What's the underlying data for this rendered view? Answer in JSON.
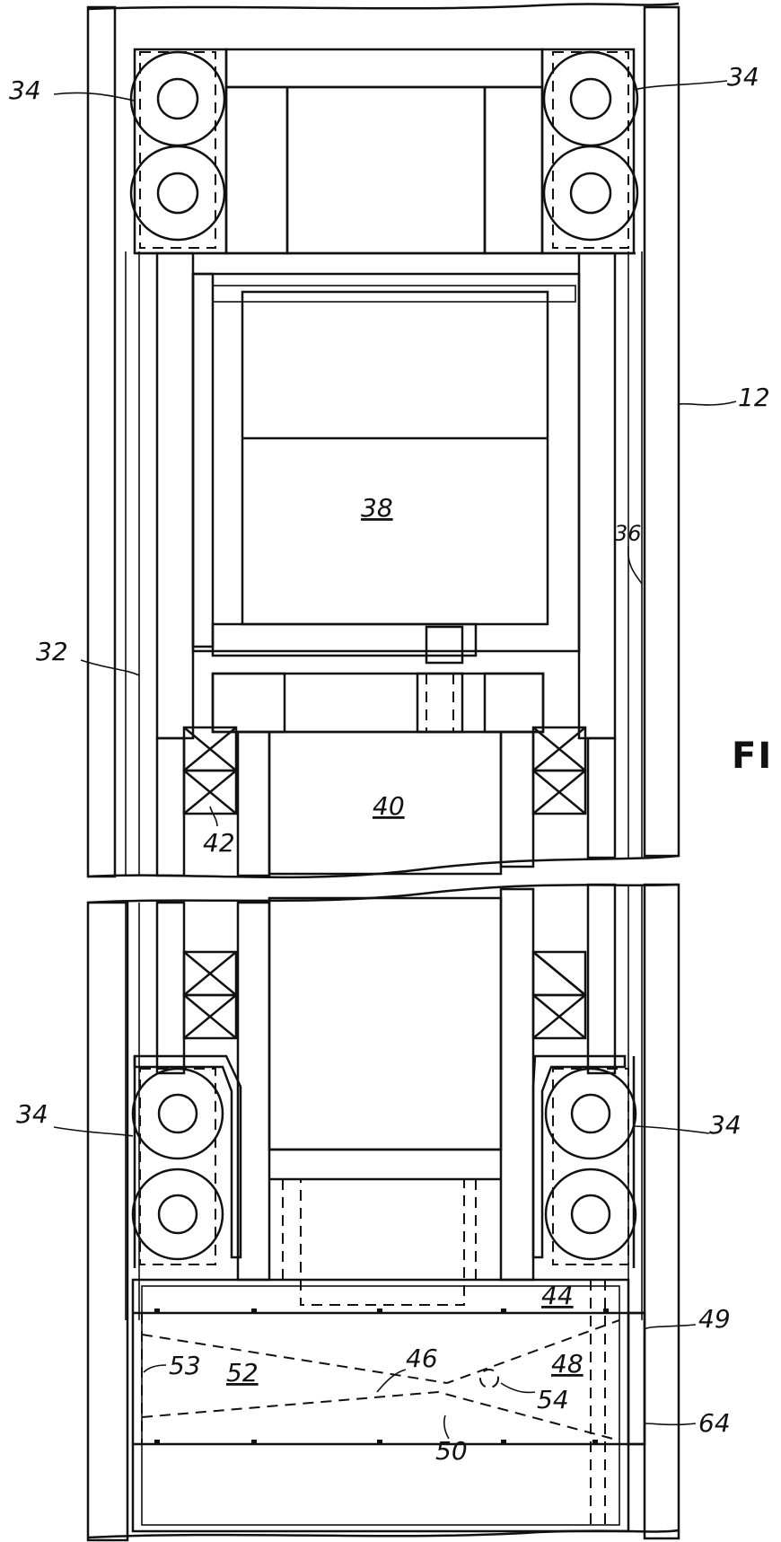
{
  "figure_label": "FI",
  "labels": {
    "r34_top_left": "34",
    "r34_top_right": "34",
    "r12": "12",
    "r36": "36",
    "r38": "38",
    "r32": "32",
    "r40": "40",
    "r42": "42",
    "r34_bottom_left": "34",
    "r34_bottom_right": "34",
    "r44": "44",
    "r49": "49",
    "r46": "46",
    "r53": "53",
    "r52": "52",
    "r48": "48",
    "r54": "54",
    "r50": "50",
    "r64": "64"
  }
}
